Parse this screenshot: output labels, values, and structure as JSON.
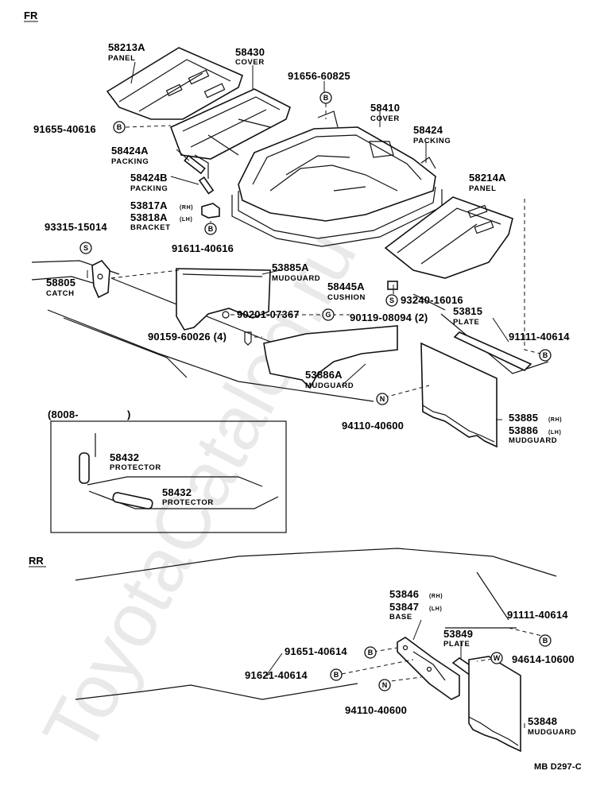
{
  "sections": {
    "front": "FR",
    "rear": "RR"
  },
  "inset": {
    "label": "(8008-",
    "close": ")"
  },
  "parts": {
    "p58213A": {
      "num": "58213A",
      "name": "PANEL"
    },
    "p58430": {
      "num": "58430",
      "name": "COVER"
    },
    "p91656": {
      "num": "91656-60825"
    },
    "p91655": {
      "num": "91655-40616"
    },
    "p58410": {
      "num": "58410",
      "name": "COVER"
    },
    "p58424": {
      "num": "58424",
      "name": "PACKING"
    },
    "p58424A": {
      "num": "58424A",
      "name": "PACKING"
    },
    "p58424B": {
      "num": "58424B",
      "name": "PACKING"
    },
    "p53817A": {
      "num": "53817A",
      "suffix": "(RH)"
    },
    "p53818A": {
      "num": "53818A",
      "suffix": "(LH)",
      "name": "BRACKET"
    },
    "p58214A": {
      "num": "58214A",
      "name": "PANEL"
    },
    "p93315": {
      "num": "93315-15014"
    },
    "p91611": {
      "num": "91611-40616"
    },
    "p58805": {
      "num": "58805",
      "name": "CATCH"
    },
    "p53885A": {
      "num": "53885A",
      "name": "MUDGUARD"
    },
    "p58445A": {
      "num": "58445A",
      "name": "CUSHION"
    },
    "p93240": {
      "num": "93240-16016"
    },
    "p90201": {
      "num": "90201-07367"
    },
    "p90119": {
      "num": "90119-08094 (2)"
    },
    "p53815": {
      "num": "53815",
      "name": "PLATE"
    },
    "p91111a": {
      "num": "91111-40614"
    },
    "p90159": {
      "num": "90159-60026 (4)"
    },
    "p53886A": {
      "num": "53886A",
      "name": "MUDGUARD"
    },
    "p53885": {
      "num": "53885",
      "suffix": "(RH)"
    },
    "p53886": {
      "num": "53886",
      "suffix": "(LH)",
      "name": "MUDGUARD"
    },
    "p94110a": {
      "num": "94110-40600"
    },
    "p58432a": {
      "num": "58432",
      "name": "PROTECTOR"
    },
    "p58432b": {
      "num": "58432",
      "name": "PROTECTOR"
    },
    "p53846": {
      "num": "53846",
      "suffix": "(RH)"
    },
    "p53847": {
      "num": "53847",
      "suffix": "(LH)",
      "name": "BASE"
    },
    "p91111b": {
      "num": "91111-40614"
    },
    "p53849": {
      "num": "53849",
      "name": "PLATE"
    },
    "p91651": {
      "num": "91651-40614"
    },
    "p94614": {
      "num": "94614-10600"
    },
    "p91621": {
      "num": "91621-40614"
    },
    "p94110b": {
      "num": "94110-40600"
    },
    "p53848": {
      "num": "53848",
      "name": "MUDGUARD"
    }
  },
  "symbols": {
    "B": "B",
    "S": "S",
    "N": "N",
    "W": "W",
    "G": "G"
  },
  "diagram_code": "MB D297-C",
  "watermark": "ToyotaCatalog.ru"
}
